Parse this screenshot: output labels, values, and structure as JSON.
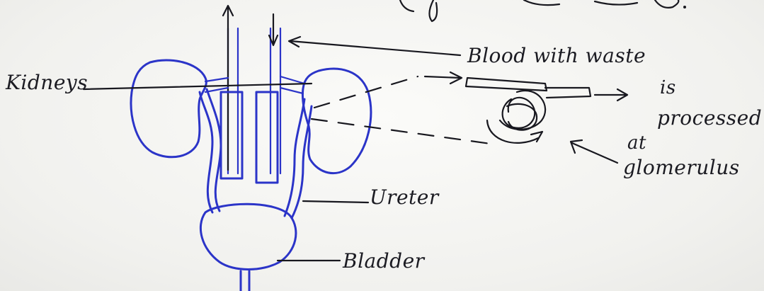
{
  "diagram": {
    "labels": {
      "kidneys": "Kidneys",
      "blood_line1": "Blood with waste",
      "blood_line2": "is",
      "blood_line3": "processed",
      "blood_line4": "at",
      "blood_line5": "glomerulus",
      "ureter": "Ureter",
      "bladder": "Bladder"
    },
    "colors": {
      "organ_outline": "#2b34c8",
      "ink": "#18181f",
      "paper": "#f4f4f2"
    }
  }
}
